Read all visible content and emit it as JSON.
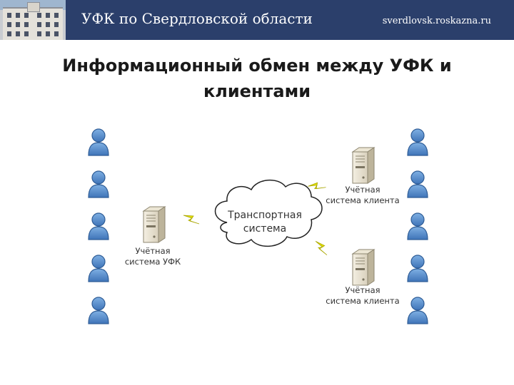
{
  "header": {
    "title": "УФК по Свердловской области",
    "site": "sverdlovsk.roskazna.ru",
    "background_color": "#2b3f6b",
    "logo_icon": "building-photo"
  },
  "slide": {
    "title": "Информационный обмен между УФК и клиентами"
  },
  "diagram": {
    "transport_system": {
      "label_line1": "Транспортная",
      "label_line2": "система",
      "icon": "cloud-icon"
    },
    "ufk_system": {
      "label_line1": "Учётная",
      "label_line2": "система УФК",
      "icon": "server-icon"
    },
    "client_systems": [
      {
        "label_line1": "Учётная",
        "label_line2": "система клиента",
        "icon": "server-icon"
      },
      {
        "label_line1": "Учётная",
        "label_line2": "система клиента",
        "icon": "server-icon"
      }
    ],
    "links": {
      "icon": "lightning-icon",
      "color": "#d4d000"
    },
    "users": {
      "icon": "user-icon",
      "left_count": 5,
      "right_count": 5,
      "color": "#4f86c6"
    }
  }
}
